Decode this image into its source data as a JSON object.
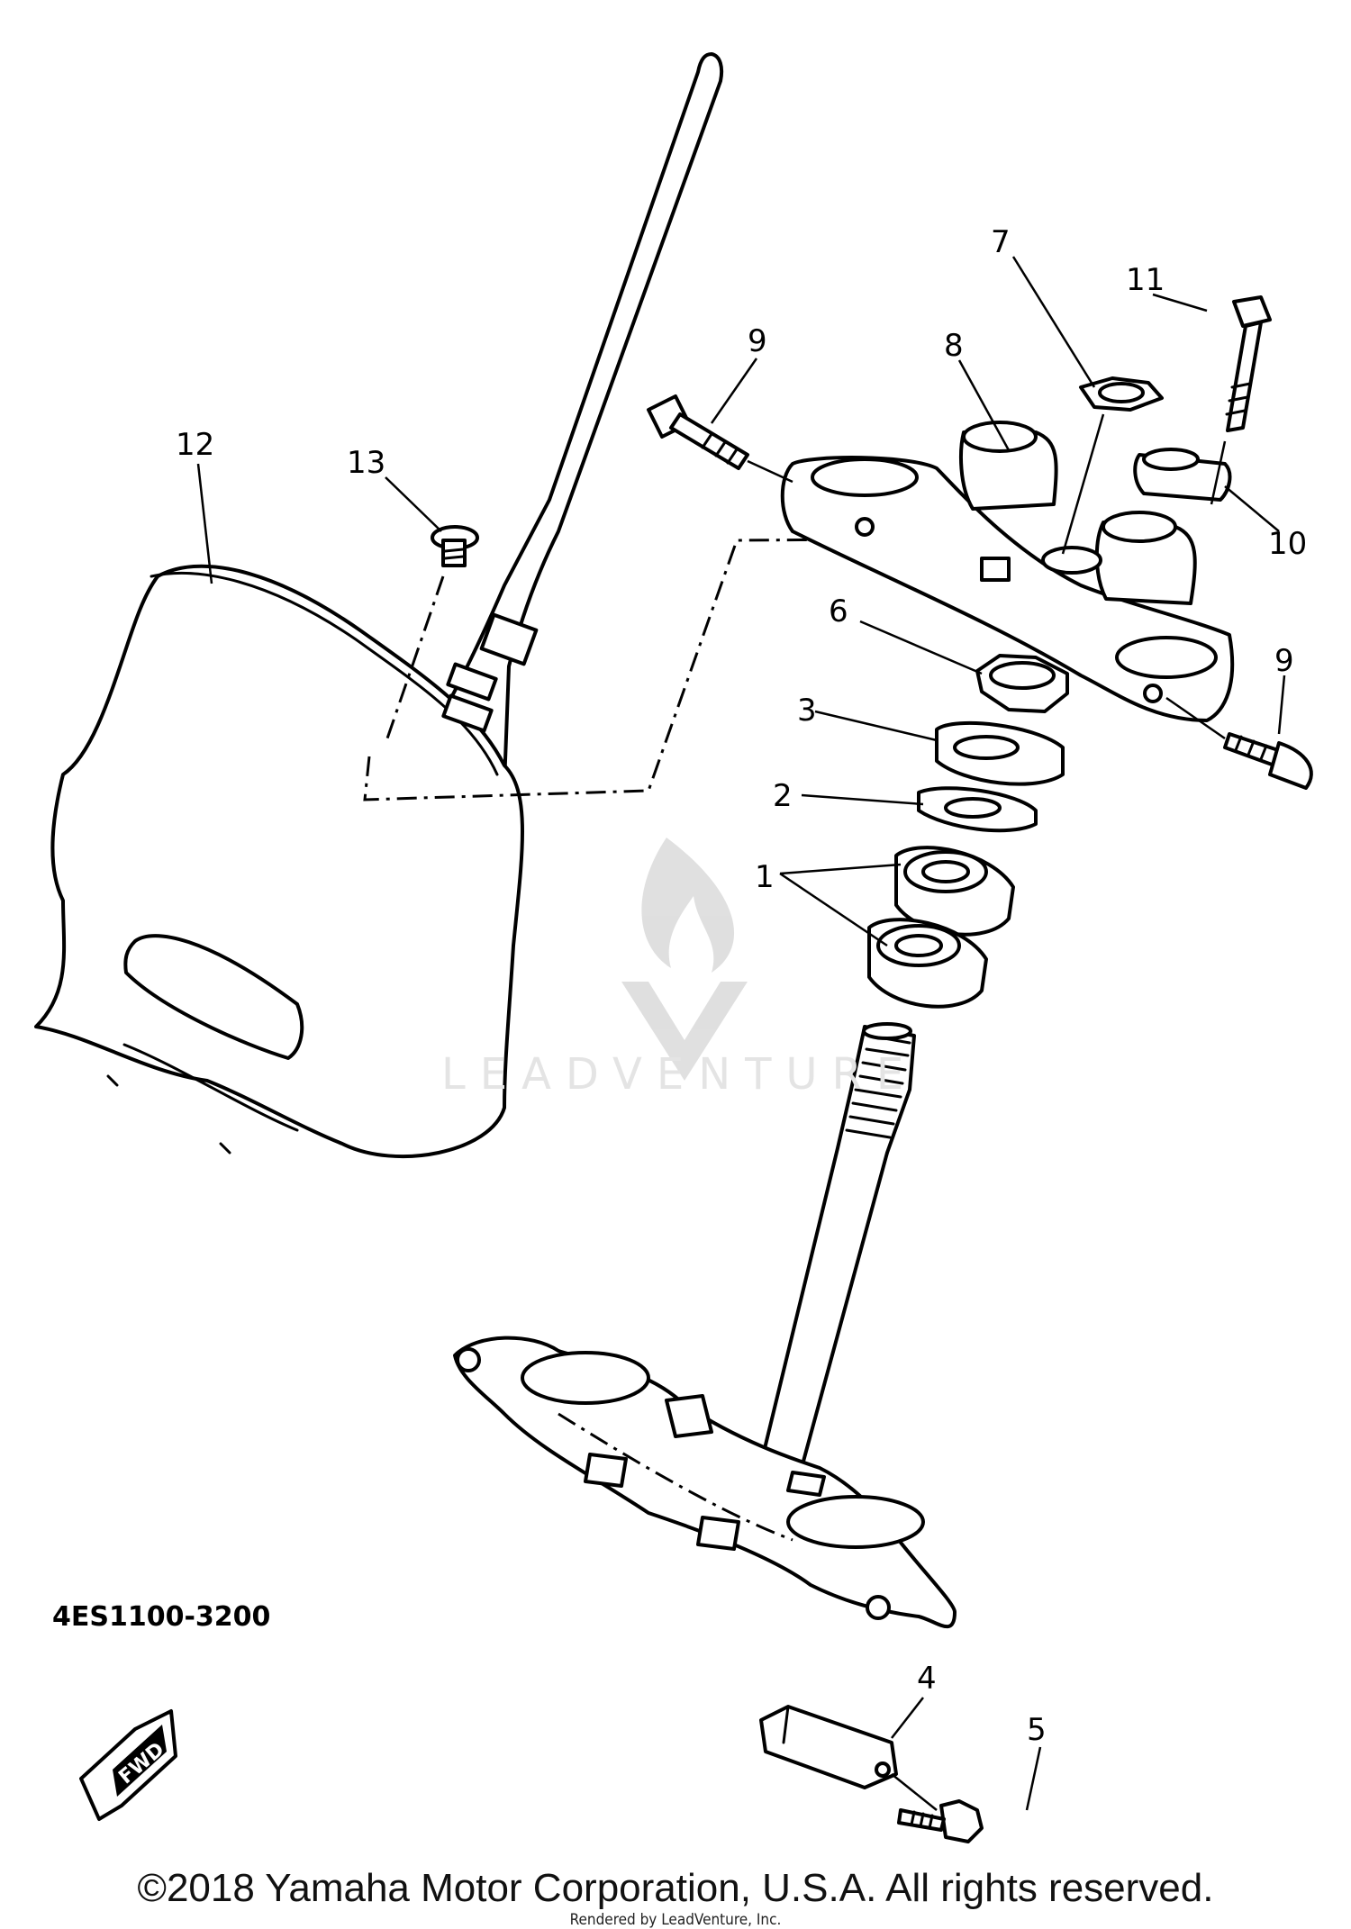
{
  "callouts": {
    "c1": "1",
    "c2": "2",
    "c3": "3",
    "c4": "4",
    "c5": "5",
    "c6": "6",
    "c7": "7",
    "c8": "8",
    "c9a": "9",
    "c9b": "9",
    "c10": "10",
    "c11": "11",
    "c12": "12",
    "c13": "13"
  },
  "drawing_number": "4ES1100-3200",
  "fwd_label": "FWD",
  "watermark": "LEADVENTURE",
  "copyright": "©2018 Yamaha Motor Corporation, U.S.A. All rights reserved.",
  "rendered_by": "Rendered by LeadVenture, Inc.",
  "colors": {
    "ink": "#000000",
    "background": "#ffffff",
    "watermark": "#e4e4e4"
  }
}
